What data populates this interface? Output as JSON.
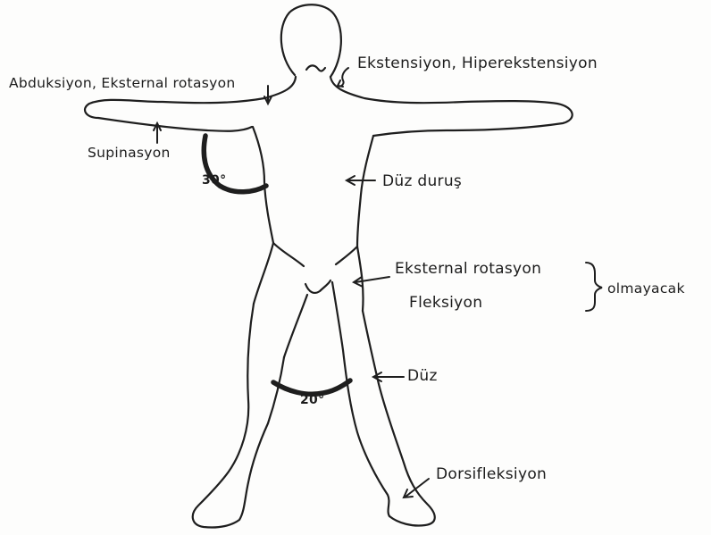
{
  "labels": {
    "neck": "Ekstensiyon, Hiperekstensiyon",
    "shoulder": "Abduksiyon, Eksternal rotasyon",
    "forearm": "Supinasyon",
    "elbow_angle": "30°",
    "trunk": "Düz duruş",
    "hip_rotation": "Eksternal rotasyon",
    "hip_flexion": "Fleksiyon",
    "hip_note": "olmayacak",
    "knee": "Düz",
    "leg_angle": "20°",
    "ankle": "Dorsifleksiyon"
  }
}
